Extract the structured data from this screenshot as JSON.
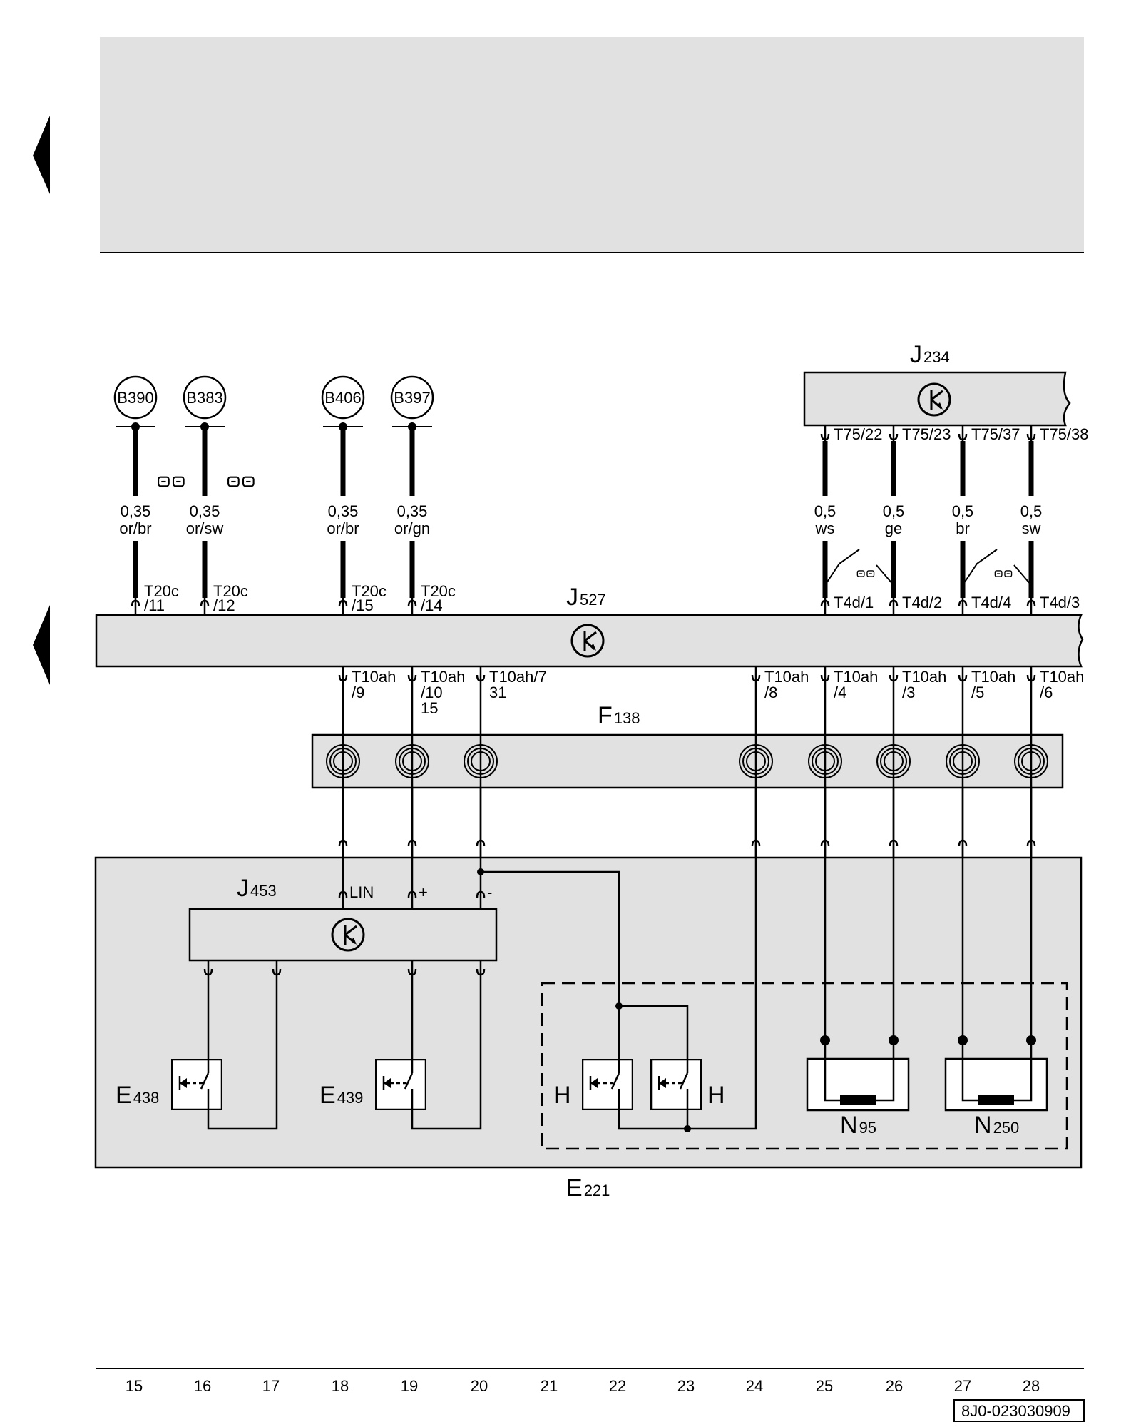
{
  "components": {
    "J234": {
      "letter": "J",
      "num": "234"
    },
    "J527": {
      "letter": "J",
      "num": "527"
    },
    "F138": {
      "letter": "F",
      "num": "138"
    },
    "J453": {
      "letter": "J",
      "num": "453"
    },
    "E438": {
      "letter": "E",
      "num": "438"
    },
    "E439": {
      "letter": "E",
      "num": "439"
    },
    "N95": {
      "letter": "N",
      "num": "95"
    },
    "N250": {
      "letter": "N",
      "num": "250"
    },
    "E221": {
      "letter": "E",
      "num": "221"
    },
    "H_left": "H",
    "H_right": "H"
  },
  "grounds": [
    "B390",
    "B383",
    "B406",
    "B397"
  ],
  "wires_left": [
    {
      "size": "0,35",
      "color": "or/br",
      "conn": "T20c",
      "pin": "/11"
    },
    {
      "size": "0,35",
      "color": "or/sw",
      "conn": "T20c",
      "pin": "/12"
    },
    {
      "size": "0,35",
      "color": "or/br",
      "conn": "T20c",
      "pin": "/15"
    },
    {
      "size": "0,35",
      "color": "or/gn",
      "conn": "T20c",
      "pin": "/14"
    }
  ],
  "wires_right": [
    {
      "top_conn": "T75/22",
      "size": "0,5",
      "color": "ws",
      "bottom_conn": "T4d/1"
    },
    {
      "top_conn": "T75/23",
      "size": "0,5",
      "color": "ge",
      "bottom_conn": "T4d/2"
    },
    {
      "top_conn": "T75/37",
      "size": "0,5",
      "color": "br",
      "bottom_conn": "T4d/4"
    },
    {
      "top_conn": "T75/38",
      "size": "0,5",
      "color": "sw",
      "bottom_conn": "T4d/3"
    }
  ],
  "t10ah": [
    {
      "l1": "T10ah",
      "l2": "/9",
      "l3": ""
    },
    {
      "l1": "T10ah",
      "l2": "/10",
      "l3": "15"
    },
    {
      "l1": "T10ah/7",
      "l2": "31",
      "l3": ""
    },
    {
      "l1": "T10ah",
      "l2": "/8",
      "l3": ""
    },
    {
      "l1": "T10ah",
      "l2": "/4",
      "l3": ""
    },
    {
      "l1": "T10ah",
      "l2": "/3",
      "l3": ""
    },
    {
      "l1": "T10ah",
      "l2": "/5",
      "l3": ""
    },
    {
      "l1": "T10ah",
      "l2": "/6",
      "l3": ""
    }
  ],
  "j453_pins": {
    "lin": "LIN",
    "plus": "+",
    "minus": "-"
  },
  "columns": [
    "15",
    "16",
    "17",
    "18",
    "19",
    "20",
    "21",
    "22",
    "23",
    "24",
    "25",
    "26",
    "27",
    "28"
  ],
  "doc_code": "8J0-023030909"
}
